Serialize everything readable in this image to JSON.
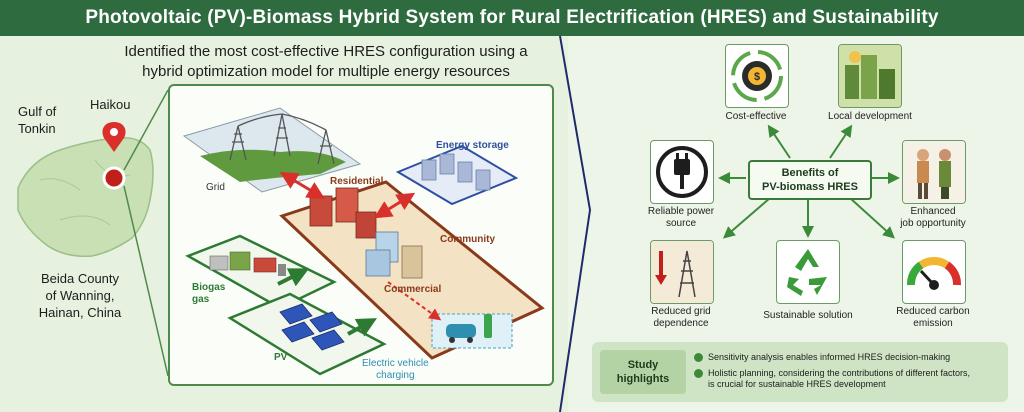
{
  "title": "Photovoltaic (PV)-Biomass Hybrid System for Rural Electrification (HRES) and Sustainability",
  "left": {
    "subtitle_line1": "Identified the most cost-effective HRES configuration using a",
    "subtitle_line2": "hybrid optimization model for multiple energy resources",
    "map": {
      "gulf_line1": "Gulf of",
      "gulf_line2": "Tonkin",
      "city": "Haikou",
      "loc_line1": "Beida County",
      "loc_line2": "of Wanning,",
      "loc_line3": "Hainan, China"
    },
    "system": {
      "grid": "Grid",
      "energy_storage": "Energy storage",
      "residential": "Residential",
      "community": "Community",
      "commercial": "Commercial",
      "biogas_line1": "Biogas",
      "biogas_line2": "gas",
      "pv": "PV",
      "ev_line1": "Electric vehicle",
      "ev_line2": "charging"
    }
  },
  "right": {
    "center_line1": "Benefits of",
    "center_line2": "PV-biomass HRES",
    "benefits": {
      "cost": "Cost-effective",
      "local": "Local development",
      "power_line1": "Reliable power",
      "power_line2": "source",
      "job_line1": "Enhanced",
      "job_line2": "job opportunity",
      "grid_line1": "Reduced grid",
      "grid_line2": "dependence",
      "sustain": "Sustainable solution",
      "carbon_line1": "Reduced carbon",
      "carbon_line2": "emission"
    },
    "highlights": {
      "tag_line1": "Study",
      "tag_line2": "highlights",
      "item1": "Sensitivity analysis enables informed HRES decision-making",
      "item2_line1": "Holistic planning, considering the contributions of different factors,",
      "item2_line2": "is crucial for sustainable HRES development"
    }
  },
  "colors": {
    "title_bg": "#2e6b3e",
    "accent_green": "#3b8a3a",
    "arrow_red": "#d9302b",
    "arrow_blue": "#2f4fa0",
    "divider_navy": "#1f2a6b"
  }
}
